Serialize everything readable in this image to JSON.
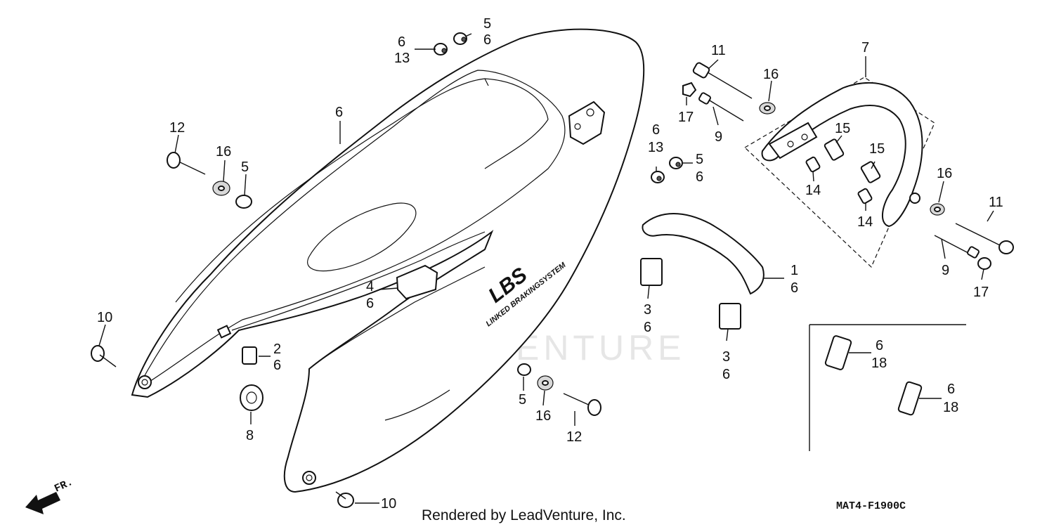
{
  "diagram": {
    "watermark": "LEADVENTURE",
    "decal_logo": "LBS",
    "decal_text": "LINKED BRAKINGSYSTEM",
    "footer": "Rendered by LeadVenture, Inc.",
    "code": "MAT4-F1900C",
    "front_label": "FR."
  },
  "callouts": {
    "c_5_top": "5",
    "c_6_top_r": "6",
    "c_6_top_l": "6",
    "c_13_top": "13",
    "c_6_cover": "6",
    "c_12_left": "12",
    "c_16_left": "16",
    "c_5_left": "5",
    "c_10_left": "10",
    "c_2": "2",
    "c_6_under2": "6",
    "c_8": "8",
    "c_4": "4",
    "c_6_under4": "6",
    "c_10_bottom": "10",
    "c_5_bottom": "5",
    "c_16_bottom": "16",
    "c_12_bottom": "12",
    "c_6_mid": "6",
    "c_13_mid": "13",
    "c_5_mid": "5",
    "c_6_mid_r": "6",
    "c_11_top": "11",
    "c_17_left": "17",
    "c_9_left": "9",
    "c_16_top": "16",
    "c_7": "7",
    "c_15_a": "15",
    "c_15_b": "15",
    "c_14_a": "14",
    "c_14_b": "14",
    "c_16_right": "16",
    "c_11_right": "11",
    "c_9_right": "9",
    "c_17_right": "17",
    "c_1": "1",
    "c_6_under1": "6",
    "c_3_a": "3",
    "c_6_under3a": "6",
    "c_3_b": "3",
    "c_6_under3b": "6",
    "c_6_box_a": "6",
    "c_18_box_a": "18",
    "c_6_box_b": "6",
    "c_18_box_b": "18"
  }
}
